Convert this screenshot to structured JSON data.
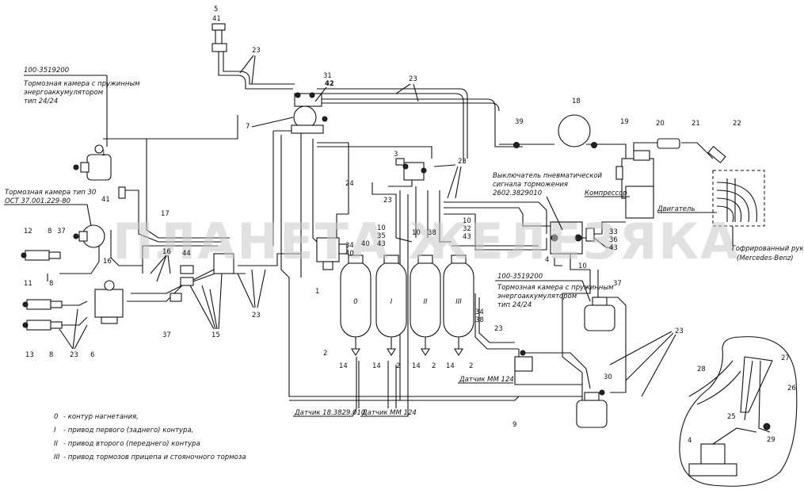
{
  "watermark": "ПЛАНЕТА ЖЕЛЕЗЯКА",
  "labels": {
    "left_chamber_code": "100-3519200",
    "left_chamber_desc_1": "Тормозная камера с пружинным",
    "left_chamber_desc_2": "энергоаккумулятором",
    "left_chamber_desc_3": "тип 24/24",
    "chamber30_desc_1": "Тормозная камера тип 30",
    "chamber30_desc_2": "ОСТ 37.001.229-80",
    "switch_desc_1": "Выключатель пневматической",
    "switch_desc_2": "сигнала торможения",
    "switch_desc_3": "2602.3829010",
    "compressor": "Компрессор",
    "engine": "Двигатель",
    "hose_1": "Гофрированный рукав",
    "hose_2": "(Mercedes-Benz)",
    "right_chamber_code": "100-3519200",
    "right_chamber_desc_1": "Тормозная камера с пружинным",
    "right_chamber_desc_2": "энергоаккумулятором",
    "right_chamber_desc_3": "тип 24/24",
    "sensor_mm124_right": "Датчик ММ 124",
    "sensor_18": "Датчик 18.3829.010",
    "sensor_mm124_bottom": "Датчик ММ 124"
  },
  "tanks": [
    "0",
    "I",
    "II",
    "III"
  ],
  "legend": [
    {
      "symbol": "0",
      "text": "- контур нагнетания,"
    },
    {
      "symbol": "I",
      "text": "- привод первого (заднего) контура,"
    },
    {
      "symbol": "II",
      "text": "- привод второго (переднего) контура"
    },
    {
      "symbol": "III",
      "text": "- привод тормозов прицепа и стояночного тормоза"
    }
  ],
  "numbers": {
    "n5": "5",
    "n41a": "41",
    "n23a": "23",
    "n31": "31",
    "n42": "42",
    "n23b": "23",
    "n18": "18",
    "n7": "7",
    "n39": "39",
    "n19": "19",
    "n20": "20",
    "n21": "21",
    "n22": "22",
    "n3": "3",
    "n23c": "23",
    "n24": "24",
    "n23d": "23",
    "n1a": "1",
    "n41b": "41",
    "n17": "17",
    "n10a": "10",
    "n35": "35",
    "n43a": "43",
    "n10b": "10",
    "n38a": "38",
    "n10c": "10",
    "n32": "32",
    "n43b": "43",
    "n33": "33",
    "n36": "36",
    "n43c": "43",
    "n4a": "4",
    "n10d": "10",
    "n34a": "34",
    "n40a": "40",
    "n40b": "40",
    "n12": "12",
    "n8a": "8",
    "n37a": "37",
    "n16a": "16",
    "n16b": "16",
    "n44": "44",
    "n11": "11",
    "n8b": "8",
    "n13": "13",
    "n8c": "8",
    "n23e": "23",
    "n6": "6",
    "n37b": "37",
    "n15": "15",
    "n23f": "23",
    "n1b": "1",
    "n2a": "2",
    "n14a": "14",
    "n14b": "14",
    "n2b": "2",
    "n14c": "14",
    "n2c": "2",
    "n14d": "14",
    "n2d": "2",
    "n34b": "34",
    "n38b": "38",
    "n23g": "23",
    "n9": "9",
    "n37c": "37",
    "n23h": "23",
    "n30": "30",
    "n27": "27",
    "n28": "28",
    "n26": "26",
    "n25": "25",
    "n29": "29",
    "n4b": "4"
  }
}
